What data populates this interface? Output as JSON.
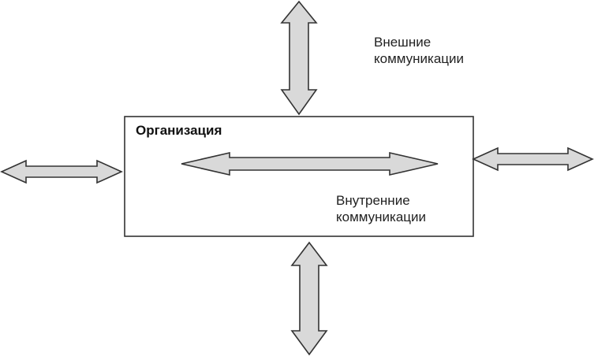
{
  "organization_label": "Организация",
  "external": {
    "line1": "Внешние",
    "line2": "коммуникации"
  },
  "internal": {
    "line1": "Внутренние",
    "line2": "коммуникации"
  },
  "colors": {
    "arrow_fill": "#d9d9d9",
    "stroke": "#333333"
  }
}
